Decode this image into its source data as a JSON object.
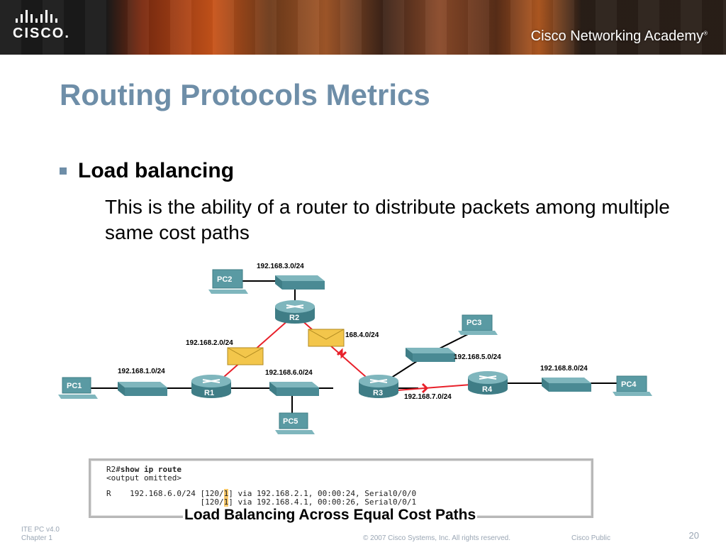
{
  "header": {
    "logo_text": "CISCO.",
    "academy_text": "Cisco Networking Academy",
    "academy_mark": "®"
  },
  "slide": {
    "title": "Routing Protocols Metrics",
    "bullet_heading": "Load balancing",
    "body": "This is the ability of a router to distribute packets among multiple same cost paths"
  },
  "diagram": {
    "networks": {
      "n3": "192.168.3.0/24",
      "n2": "192.168.2.0/24",
      "n4": "168.4.0/24",
      "n1": "192.168.1.0/24",
      "n6": "192.168.6.0/24",
      "n5": "192.168.5.0/24",
      "n8": "192.168.8.0/24",
      "n7": "192.168.7.0/24"
    },
    "routers": {
      "r1": "R1",
      "r2": "R2",
      "r3": "R3",
      "r4": "R4"
    },
    "pcs": {
      "pc1": "PC1",
      "pc2": "PC2",
      "pc3": "PC3",
      "pc4": "PC4",
      "pc5": "PC5"
    },
    "colors": {
      "device": "#4a8a94",
      "link_red": "#e8202a",
      "envelope": "#f3c64b"
    }
  },
  "terminal": {
    "line1_prompt": "R2#",
    "line1_cmd": "show ip route",
    "line2": "<output omitted>",
    "line3_pre": "R    192.168.6.0/24 [120/",
    "line3_hl": "1",
    "line3_post": "] via 192.168.2.1, 00:00:24, Serial0/0/0",
    "line4_pre": "                    [120/",
    "line4_hl": "1",
    "line4_post": "] via 192.168.4.1, 00:00:26, Serial0/0/1"
  },
  "caption": "Load Balancing Across Equal Cost Paths",
  "footer": {
    "course": "ITE PC v4.0",
    "chapter": "Chapter 1",
    "copyright": "© 2007 Cisco Systems, Inc. All rights reserved.",
    "classification": "Cisco Public",
    "page": "20"
  }
}
